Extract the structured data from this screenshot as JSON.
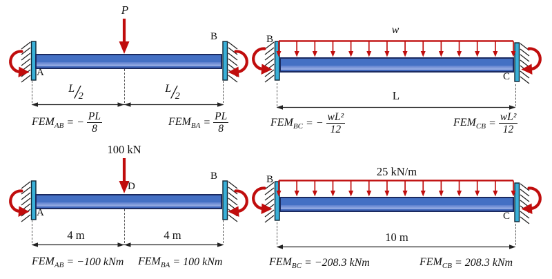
{
  "colors": {
    "beam_fill": "#4470c4",
    "beam_border": "#1b2a60",
    "support_fill": "#3ab0d8",
    "red": "#c00d0d",
    "dim": "#222222"
  },
  "d1": {
    "load_label": "P",
    "node_a": "A",
    "node_b": "B",
    "dim_left": {
      "num": "L",
      "den": "2"
    },
    "dim_right": {
      "num": "L",
      "den": "2"
    },
    "fem_left": {
      "name": "FEM",
      "sub": "AB",
      "eq": "= −",
      "num": "PL",
      "den": "8"
    },
    "fem_right": {
      "name": "FEM",
      "sub": "BA",
      "eq": "=",
      "num": "PL",
      "den": "8"
    }
  },
  "d2": {
    "load_label": "w",
    "node_b": "B",
    "node_c": "C",
    "dim": "L",
    "fem_left": {
      "name": "FEM",
      "sub": "BC",
      "eq": "= −",
      "num": "wL²",
      "den": "12"
    },
    "fem_right": {
      "name": "FEM",
      "sub": "CB",
      "eq": "=",
      "num": "wL²",
      "den": "12"
    }
  },
  "d3": {
    "load_label": "100 kN",
    "node_a": "A",
    "node_b": "B",
    "node_d": "D",
    "dim_left": "4 m",
    "dim_right": "4 m",
    "fem_left": {
      "name": "FEM",
      "sub": "AB",
      "eq": "=",
      "value": "−100 kNm"
    },
    "fem_right": {
      "name": "FEM",
      "sub": "BA",
      "eq": "=",
      "value": "100 kNm"
    }
  },
  "d4": {
    "load_label": "25 kN/m",
    "node_b": "B",
    "node_c": "C",
    "dim": "10 m",
    "fem_left": {
      "name": "FEM",
      "sub": "BC",
      "eq": "=",
      "value": "−208.3 kNm"
    },
    "fem_right": {
      "name": "FEM",
      "sub": "CB",
      "eq": "=",
      "value": "208.3 kNm"
    }
  }
}
